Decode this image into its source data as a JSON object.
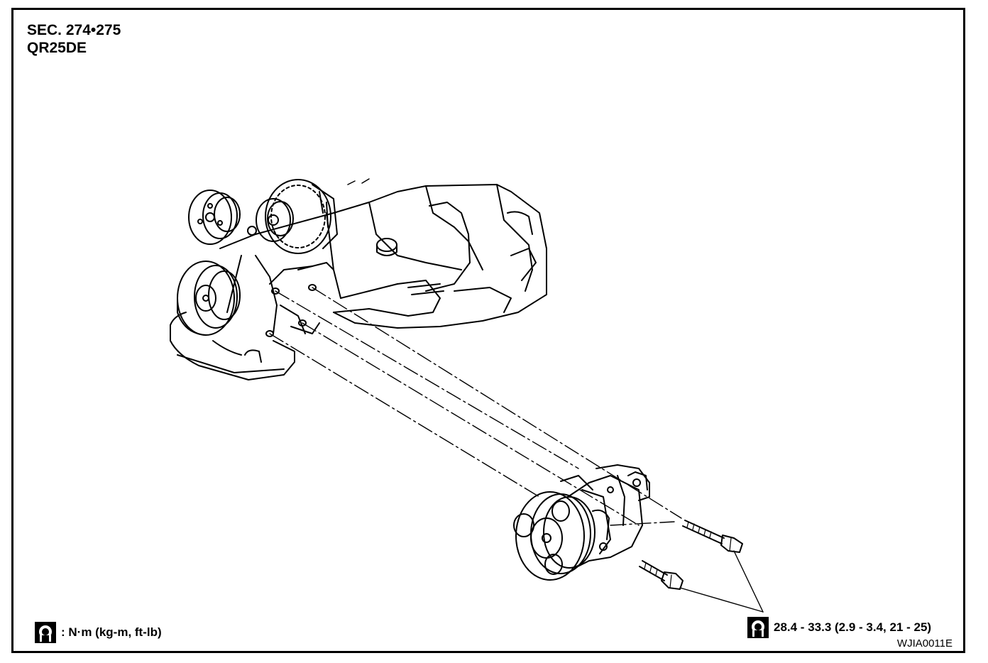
{
  "header": {
    "section": "SEC. 274•275",
    "engine": "QR25DE"
  },
  "legend": {
    "icon": "torque-wrench-icon",
    "units": ": N·m (kg-m, ft-lb)"
  },
  "torque_spec": {
    "icon": "torque-wrench-icon",
    "value": "28.4 - 33.3 (2.9 - 3.4, 21 - 25)"
  },
  "figure_code": "WJIA0011E"
}
